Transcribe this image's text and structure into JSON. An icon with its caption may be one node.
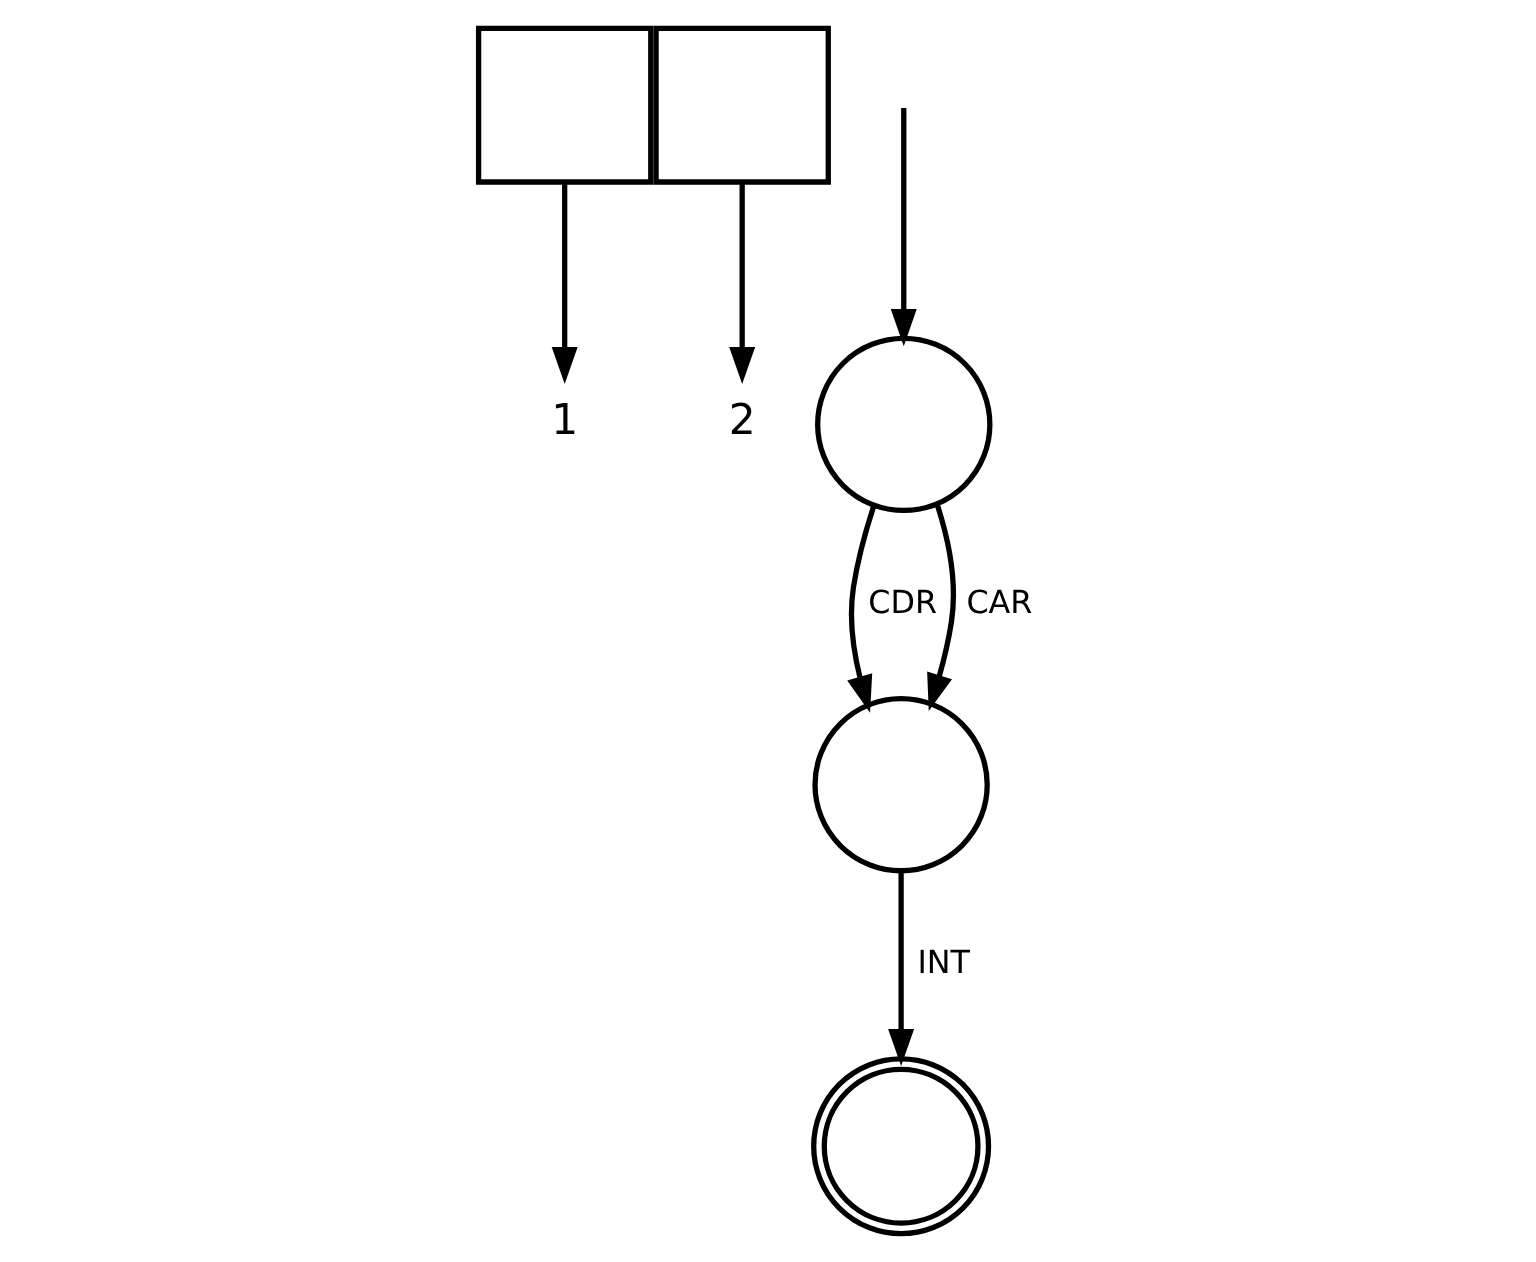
{
  "diagram": {
    "nodes": [
      {
        "text": [],
        "shape": "box"
      },
      {
        "text": [],
        "shape": "box"
      },
      {
        "text": [
          "1"
        ]
      },
      {
        "text": [
          "2"
        ]
      },
      {
        "text": [],
        "shape": "circle"
      },
      {
        "text": [],
        "shape": "circle"
      },
      {
        "text": [],
        "shape": "doublecircle"
      }
    ],
    "edges": [
      {
        "from": 0,
        "to": 2,
        "arrow": "to"
      },
      {
        "from": 1,
        "to": 3,
        "arrow": "to"
      },
      {
        "from": null,
        "to": 4,
        "arrow": "to"
      },
      {
        "from": 4,
        "to": 5,
        "label": "CDR",
        "arrow": "to"
      },
      {
        "from": 4,
        "to": 5,
        "label": "CAR",
        "arrow": "to"
      },
      {
        "from": 5,
        "to": 6,
        "label": "INT",
        "arrow": "to"
      }
    ]
  }
}
